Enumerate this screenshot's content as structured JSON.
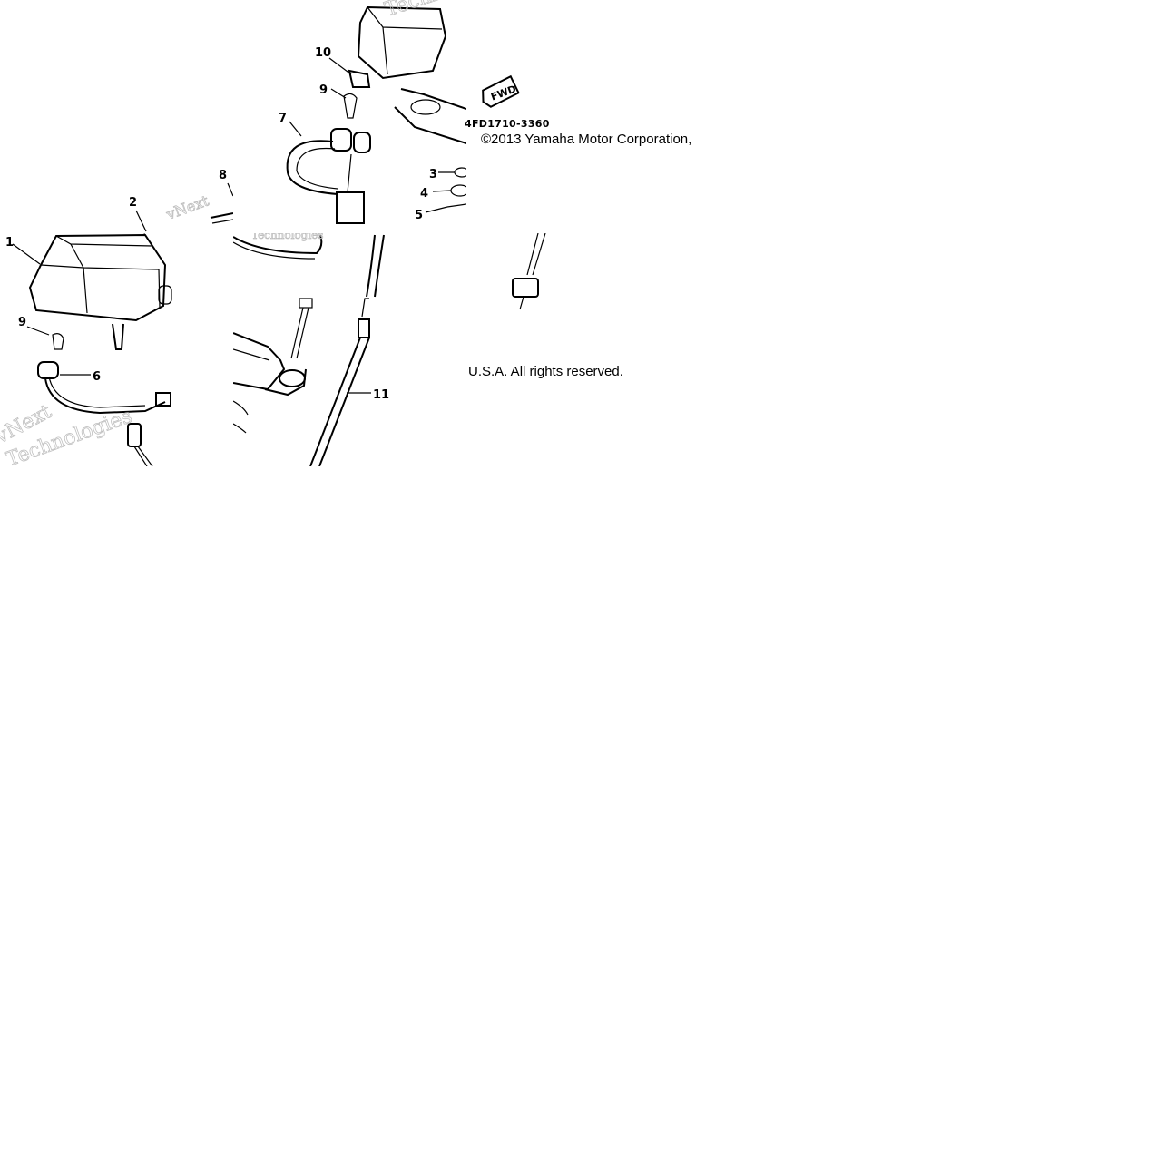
{
  "diagram": {
    "part_number": "4FD1710-3360",
    "fwd_label": "FWD",
    "callouts": [
      "1",
      "2",
      "3",
      "4",
      "5",
      "6",
      "7",
      "8",
      "9",
      "9",
      "10",
      "11"
    ],
    "watermark": {
      "lines": [
        "vNext",
        "Technologies",
        "vNext",
        "Technologies",
        "Techn"
      ]
    }
  },
  "copyright": {
    "line1": "©2013 Yamaha Motor Corporation,",
    "line2": "U.S.A. All rights reserved."
  },
  "colors": {
    "background": "#ffffff",
    "ink": "#000000",
    "watermark": "#b9b9b9"
  }
}
